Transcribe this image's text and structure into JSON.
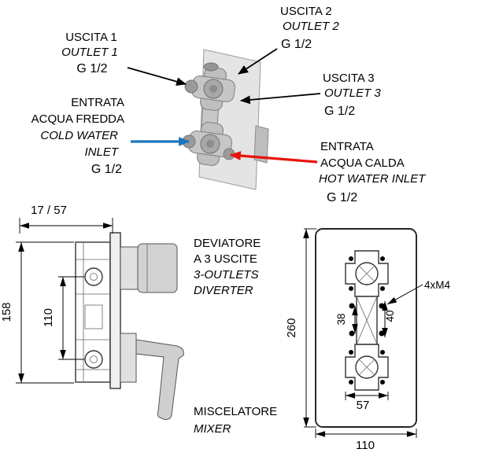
{
  "diagram": {
    "top": {
      "outlet1": {
        "it": "USCITA 1",
        "en": "OUTLET 1",
        "thread": "G 1/2"
      },
      "outlet2": {
        "it": "USCITA 2",
        "en": "OUTLET 2",
        "thread": "G 1/2"
      },
      "outlet3": {
        "it": "USCITA 3",
        "en": "OUTLET 3",
        "thread": "G 1/2"
      },
      "cold": {
        "it1": "ENTRATA",
        "it2": "ACQUA FREDDA",
        "en1": "COLD WATER",
        "en2": "INLET",
        "thread": "G 1/2"
      },
      "hot": {
        "it1": "ENTRATA",
        "it2": "ACQUA CALDA",
        "en": "HOT WATER INLET",
        "thread": "G 1/2"
      }
    },
    "side": {
      "depth": "17 / 57",
      "height": "158",
      "centers": "110",
      "diverter_it1": "DEVIATORE",
      "diverter_it2": "A 3 USCITE",
      "diverter_en1": "3-OUTLETS",
      "diverter_en2": "DIVERTER",
      "mixer_it": "MISCELATORE",
      "mixer_en": "MIXER"
    },
    "front": {
      "height": "260",
      "screw_gap_v": "38",
      "screw_gap_h": "40",
      "body_width": "57",
      "plate_width": "110",
      "screws": "4xM4"
    },
    "colors": {
      "cold_arrow": "#1b75bc",
      "hot_arrow": "#e8140c",
      "ink": "#000000"
    }
  }
}
